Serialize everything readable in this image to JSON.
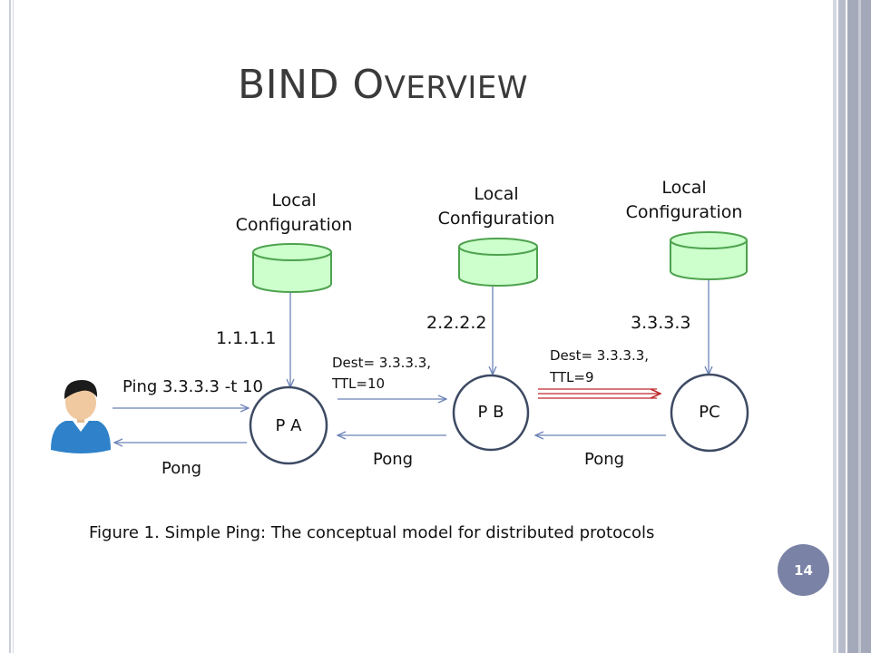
{
  "slide": {
    "title_first": "BIND",
    "title_second_initial": "O",
    "title_second_rest": "VERVIEW",
    "page_number": "14"
  },
  "diagram": {
    "databases": [
      {
        "label_line1": "Local",
        "label_line2": "Configuration"
      },
      {
        "label_line1": "Local",
        "label_line2": "Configuration"
      },
      {
        "label_line1": "Local",
        "label_line2": "Configuration"
      }
    ],
    "nodes": [
      {
        "label": "P A",
        "ip": "1.1.1.1"
      },
      {
        "label": "P B",
        "ip": "2.2.2.2"
      },
      {
        "label": "PC",
        "ip": "3.3.3.3"
      }
    ],
    "user_command": "Ping 3.3.3.3 -t 10",
    "msg_ab_line1": "Dest= 3.3.3.3,",
    "msg_ab_line2": "TTL=10",
    "msg_bc_line1": "Dest= 3.3.3.3,",
    "msg_bc_line2": "TTL=9",
    "pong_labels": [
      "Pong",
      "Pong",
      "Pong"
    ],
    "colors": {
      "db_fill": "#ccffcc",
      "db_stroke": "#4ea24e",
      "node_stroke": "#3d4a63",
      "arrow_blue": "#6b82b8",
      "arrow_red": "#c0282c"
    },
    "icons": [
      "user-avatar-icon"
    ]
  },
  "caption": "Figure 1. Simple Ping: The conceptual model for distributed protocols"
}
